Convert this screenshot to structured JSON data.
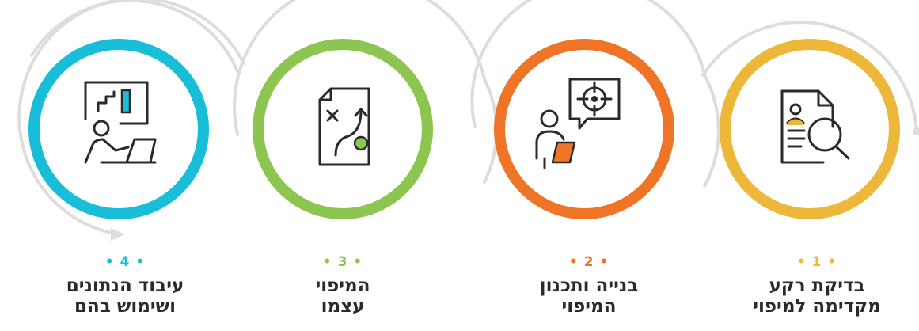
{
  "colors": {
    "step1": "#EDB83A",
    "step2": "#F07426",
    "step3": "#8CC550",
    "step4": "#18BDD8",
    "track": "#DDDDDD",
    "icon": "#2A2A2A"
  },
  "steps": [
    {
      "number": "• 1 •",
      "line1": "בדיקת רקע",
      "line2": "מקדימה למיפוי",
      "icon": "document-magnifier-icon"
    },
    {
      "number": "• 2 •",
      "line1": "בנייה ותכנון",
      "line2": "המיפוי",
      "icon": "person-target-clipboard-icon"
    },
    {
      "number": "• 3 •",
      "line1": "המיפוי",
      "line2": "עצמו",
      "icon": "strategy-map-icon"
    },
    {
      "number": "• 4 •",
      "line1": "עיבוד הנתונים",
      "line2": "ושימוש בהם",
      "icon": "presentation-chart-laptop-icon"
    }
  ]
}
